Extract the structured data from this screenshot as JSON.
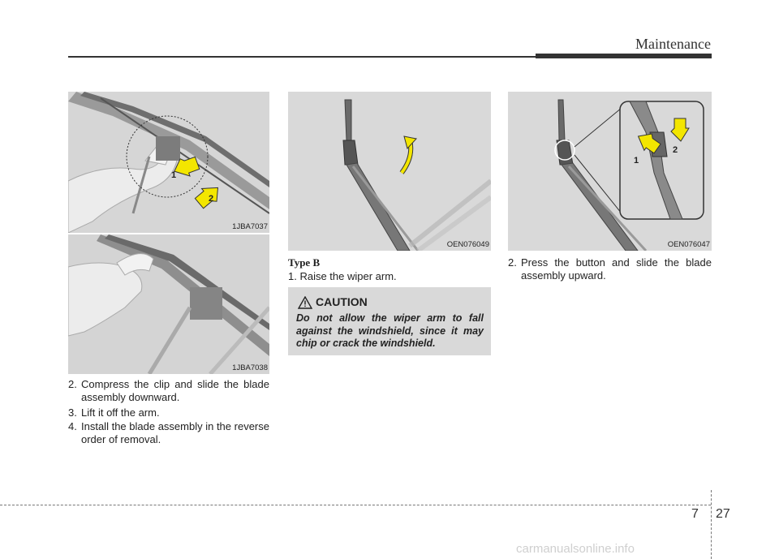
{
  "header": {
    "title": "Maintenance"
  },
  "figures": {
    "fig1": {
      "code": "1JBA7037",
      "callout_1": "1",
      "callout_2": "2"
    },
    "fig2": {
      "code": "1JBA7038"
    },
    "fig3": {
      "code": "OEN076049"
    },
    "fig4": {
      "code": "OEN076047",
      "callout_1": "1",
      "callout_2": "2"
    }
  },
  "left_steps": [
    {
      "num": "2.",
      "text": "Compress the clip and slide the blade assembly downward."
    },
    {
      "num": "3.",
      "text": "Lift it off the arm."
    },
    {
      "num": "4.",
      "text": "Install the blade assembly in the reverse order of removal."
    }
  ],
  "middle": {
    "type_label": "Type B",
    "step": "1. Raise the wiper arm.",
    "caution": {
      "title": "CAUTION",
      "text": "Do not allow the wiper arm to fall against the windshield, since it may chip or crack the windshield."
    }
  },
  "right_step": {
    "num": "2.",
    "text": "Press the button and slide the blade assembly upward."
  },
  "footer": {
    "chapter": "7",
    "page": "27",
    "watermark": "carmanualsonline.info"
  },
  "colors": {
    "arrow_yellow": "#f3e600",
    "figure_bg": "#d9d9d9",
    "rule": "#333333"
  }
}
